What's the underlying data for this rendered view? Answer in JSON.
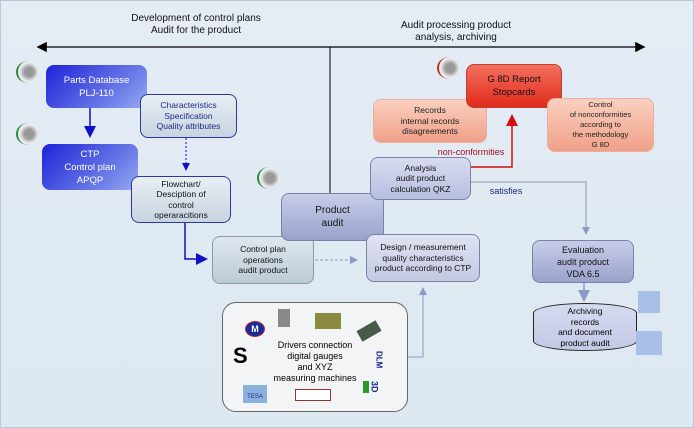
{
  "header": {
    "left": [
      "Development of control plans",
      "Audit for the product"
    ],
    "right": [
      "Audit processing product",
      "analysis, archiving"
    ]
  },
  "boxes": {
    "parts_db": "Parts Database\nPLJ-110",
    "characteristics": "Characteristics\nSpecification\nQuality attributes",
    "ctp": "CTP\nControl plan\nAPQP",
    "flowchart": "Flowchart/\nDesciption of\ncontrol\noperaracitions",
    "product_audit": "Product\naudit",
    "control_plan_ops": "Control plan\noperations\naudit product",
    "design_measurement": "Design / measurement\nquality characteristics\nproduct according to CTP",
    "drivers": "Drivers  connection\ndigital gauges\nand XYZ\nmeasuring machines",
    "analysis": "Analysis\naudit product\ncalculation QKZ",
    "records": "Records\ninternal records\ndisagreements",
    "g8d": "G 8D Report\nStopcards",
    "control_nonconf": "Control\nof nonconformities\naccording to\nthe methodology\nG 8D",
    "evaluation": "Evaluation\naudit product\nVDA 6.5",
    "archiving": "Archiving\nrecords\nand document\nproduct audit"
  },
  "labels": {
    "nonconformities": "non-conformities",
    "satisfies": "satisfies"
  },
  "device_icons": [
    "M",
    "DLM",
    "3D",
    "TESA"
  ],
  "colors": {
    "primary_blue": "#1e22d8",
    "alert_red": "#e02a1a",
    "arrow_red": "#d01010"
  }
}
